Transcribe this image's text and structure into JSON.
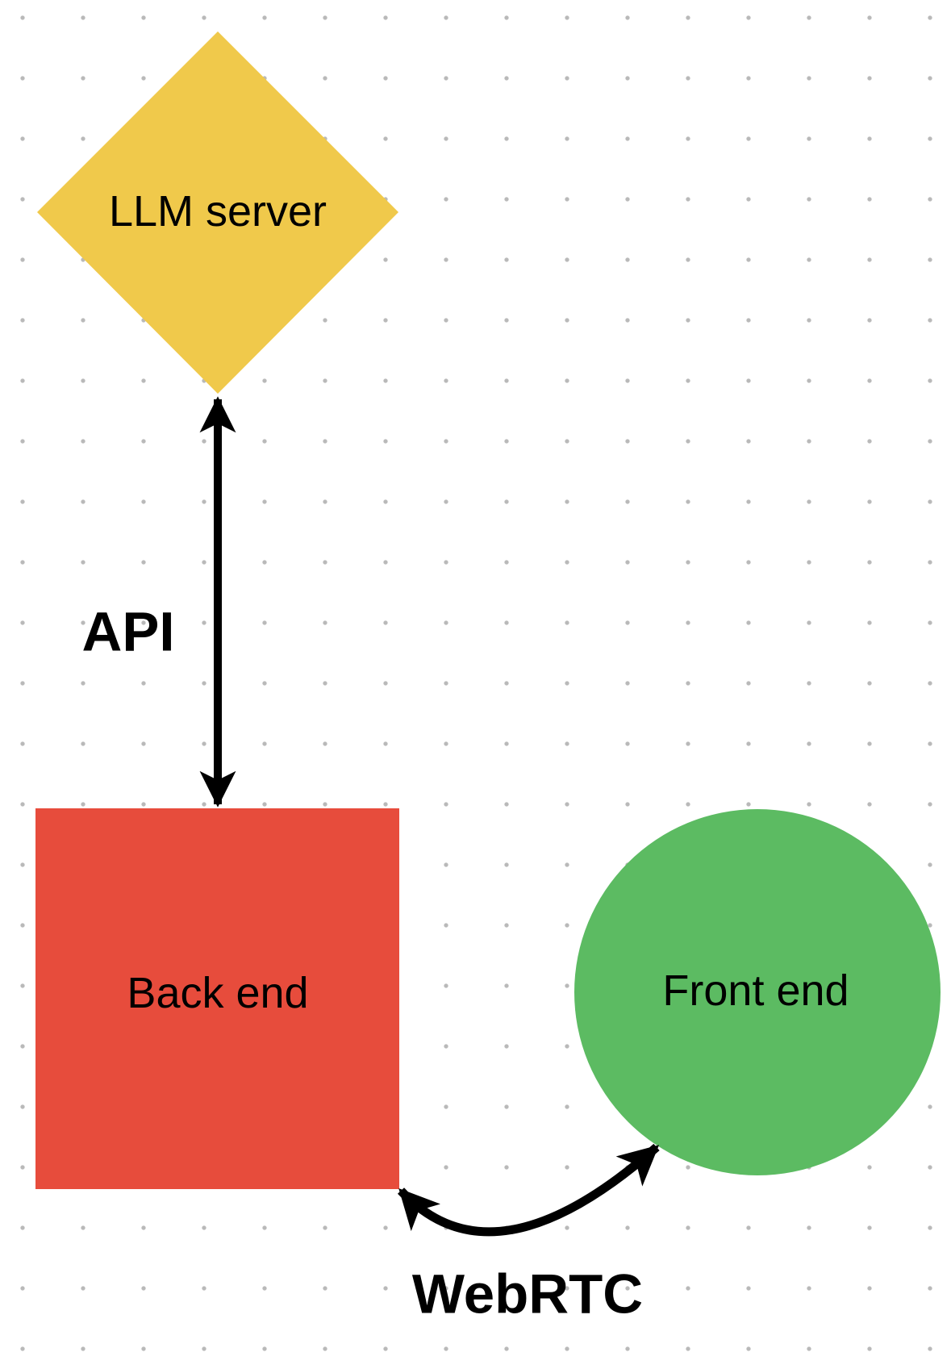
{
  "canvas": {
    "background": "#FFFFFF",
    "grid_dot_color": "#B9B9B9"
  },
  "nodes": [
    {
      "label": "LLM server",
      "shape": "diamond",
      "color": "#F0C94B"
    },
    {
      "label": "Back end",
      "shape": "square",
      "color": "#E74C3C"
    },
    {
      "label": "Front end",
      "shape": "circle",
      "color": "#5CBB62"
    }
  ],
  "edges": [
    {
      "label": "API",
      "type": "double-headed-arrow",
      "from": "LLM server",
      "to": "Back end",
      "color": "#000000"
    },
    {
      "label": "WebRTC",
      "type": "double-headed-curved-arrow",
      "from": "Back end",
      "to": "Front end",
      "color": "#000000"
    }
  ]
}
